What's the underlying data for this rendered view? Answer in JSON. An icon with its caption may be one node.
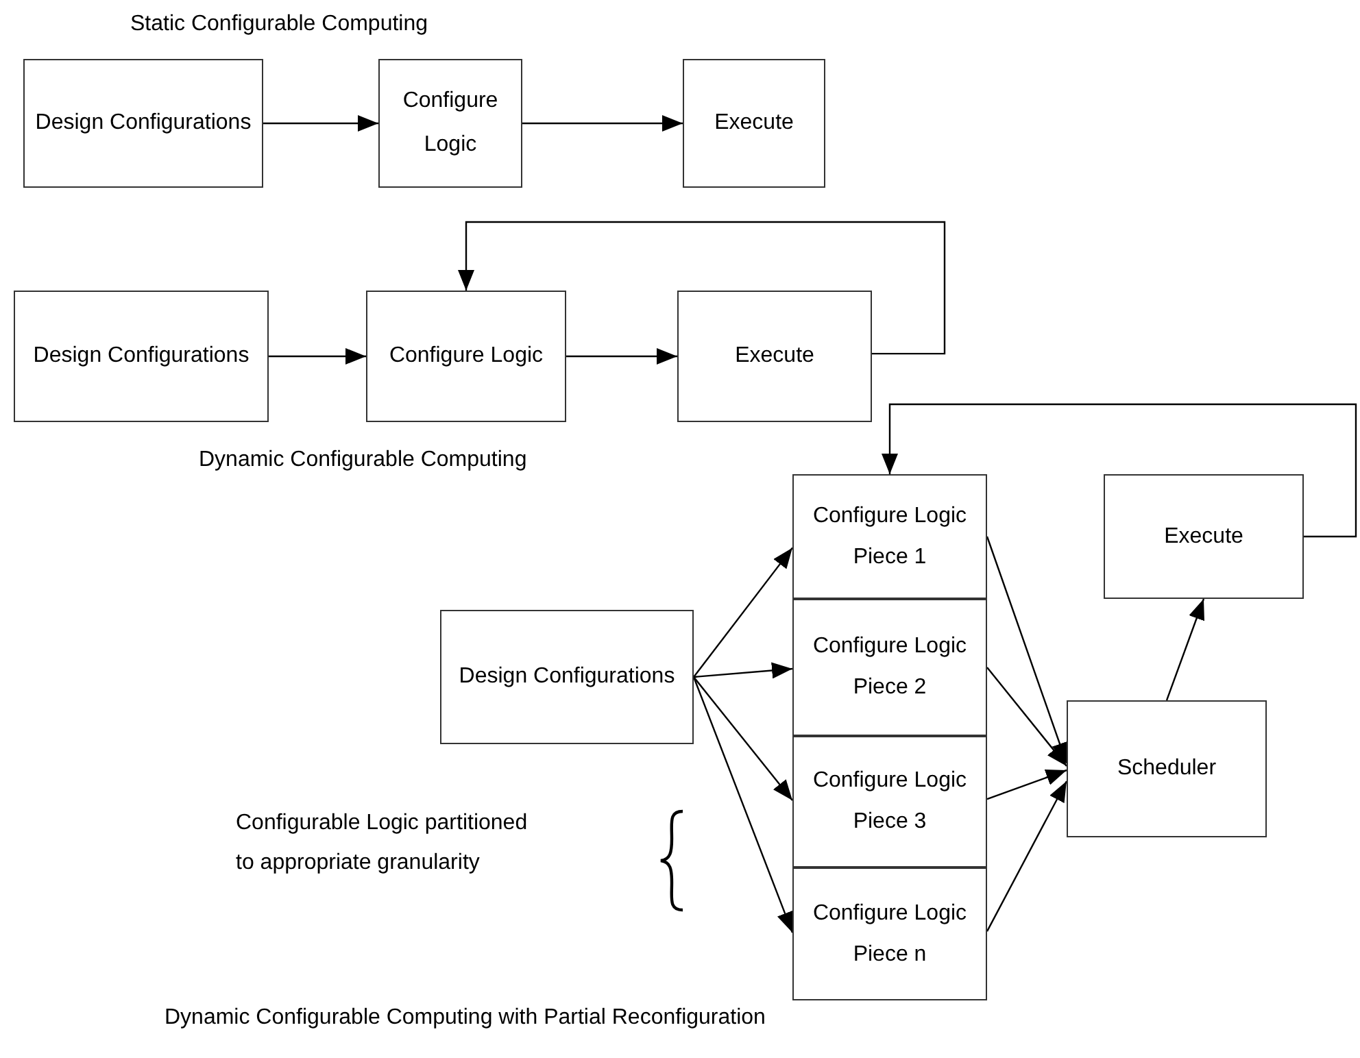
{
  "diagram": {
    "nodes": [
      {
        "text": [
          "Design Configurations"
        ]
      },
      {
        "text": [
          "Configure Logic"
        ]
      },
      {
        "text": [
          "Execute"
        ]
      },
      {
        "text": [
          "Design Configurations"
        ]
      },
      {
        "text": [
          "Configure Logic"
        ]
      },
      {
        "text": [
          "Execute"
        ]
      },
      {
        "text": [
          "Configure Logic Piece 1"
        ]
      },
      {
        "text": [
          "Configure Logic Piece 2"
        ]
      },
      {
        "text": [
          "Configure Logic Piece 3"
        ]
      },
      {
        "text": [
          "Configure Logic Piece n"
        ]
      },
      {
        "text": [
          "Execute"
        ]
      },
      {
        "text": [
          "Design Configurations"
        ]
      },
      {
        "text": [
          "Scheduler"
        ]
      }
    ],
    "edges": [
      {
        "from": 0,
        "to": 1,
        "arrow": "to"
      },
      {
        "from": 1,
        "to": 2,
        "arrow": "to"
      },
      {
        "from": 3,
        "to": 4,
        "arrow": "to"
      },
      {
        "from": 4,
        "to": 5,
        "arrow": "to"
      },
      {
        "from": 5,
        "to": 4,
        "arrow": "to"
      },
      {
        "from": 11,
        "to": 6,
        "arrow": "to"
      },
      {
        "from": 11,
        "to": 7,
        "arrow": "to"
      },
      {
        "from": 11,
        "to": 8,
        "arrow": "to"
      },
      {
        "from": 11,
        "to": 9,
        "arrow": "to"
      },
      {
        "from": 6,
        "to": 12,
        "arrow": "to"
      },
      {
        "from": 7,
        "to": 12,
        "arrow": "to"
      },
      {
        "from": 8,
        "to": 12,
        "arrow": "to"
      },
      {
        "from": 9,
        "to": 12,
        "arrow": "to"
      },
      {
        "from": 12,
        "to": 10,
        "arrow": "to"
      },
      {
        "from": 10,
        "to": 6,
        "arrow": "to"
      }
    ],
    "labels": [
      "Static Configurable Computing",
      "Dynamic Configurable Computing",
      "Configurable Logic partitioned to appropriate granularity",
      "Dynamic Configurable Computing with Partial Reconfiguration"
    ]
  }
}
